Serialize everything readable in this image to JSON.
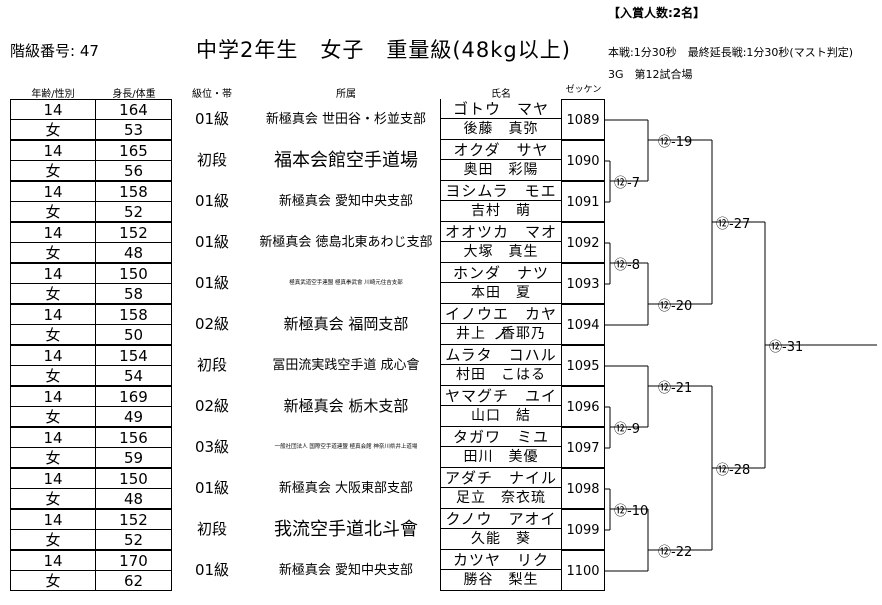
{
  "header": {
    "class_label": "階級番号: 47",
    "title": "中学2年生　女子　重量級(48kg以上)",
    "info_prizes": "【入賞人数:2名】",
    "info_rules": "本戦:1分30秒　最終延長戦:1分30秒(マスト判定)",
    "info_court": "3G　第12試合場"
  },
  "columns": {
    "age_sex": "年齢/性別",
    "height_weight": "身長/体重",
    "rank": "級位・帯",
    "affiliation": "所属",
    "name": "氏名",
    "zekken": "ゼッケン"
  },
  "entries": [
    {
      "age": "14",
      "sex": "女",
      "height": "164",
      "weight": "53",
      "rank": "01級",
      "affiliation": "新極真会 世田谷・杉並支部",
      "kana": "ゴトウ　マヤ",
      "name": "後藤　真弥",
      "number": "1089"
    },
    {
      "age": "14",
      "sex": "女",
      "height": "165",
      "weight": "56",
      "rank": "初段",
      "affiliation": "福本会館空手道場",
      "kana": "オクダ　サヤ",
      "name": "奥田　彩陽",
      "number": "1090"
    },
    {
      "age": "14",
      "sex": "女",
      "height": "158",
      "weight": "52",
      "rank": "01級",
      "affiliation": "新極真会 愛知中央支部",
      "kana": "ヨシムラ　モエ",
      "name": "吉村　萌",
      "number": "1091"
    },
    {
      "age": "14",
      "sex": "女",
      "height": "152",
      "weight": "48",
      "rank": "01級",
      "affiliation": "新極真会 徳島北東あわじ支部",
      "kana": "オオツカ　マオ",
      "name": "大塚　真生",
      "number": "1092"
    },
    {
      "age": "14",
      "sex": "女",
      "height": "150",
      "weight": "58",
      "rank": "01級",
      "affiliation": "極真武道空手連盟 極真拳武會 川崎元住吉支部",
      "kana": "ホンダ　ナツ",
      "name": "本田　夏",
      "number": "1093"
    },
    {
      "age": "14",
      "sex": "女",
      "height": "158",
      "weight": "50",
      "rank": "02級",
      "affiliation": "新極真会 福岡支部",
      "kana": "イノウエ　カヤノ",
      "name": "井上　香耶乃",
      "number": "1094"
    },
    {
      "age": "14",
      "sex": "女",
      "height": "154",
      "weight": "54",
      "rank": "初段",
      "affiliation": "冨田流実践空手道 成心會",
      "kana": "ムラタ　コハル",
      "name": "村田　こはる",
      "number": "1095"
    },
    {
      "age": "14",
      "sex": "女",
      "height": "169",
      "weight": "49",
      "rank": "02級",
      "affiliation": "新極真会 栃木支部",
      "kana": "ヤマグチ　ユイ",
      "name": "山口　結",
      "number": "1096"
    },
    {
      "age": "14",
      "sex": "女",
      "height": "156",
      "weight": "59",
      "rank": "03級",
      "affiliation": "一般社団法人 国際空手道連盟 極真会館 神奈川県井上道場",
      "kana": "タガワ　ミユ",
      "name": "田川　美優",
      "number": "1097"
    },
    {
      "age": "14",
      "sex": "女",
      "height": "150",
      "weight": "48",
      "rank": "01級",
      "affiliation": "新極真会 大阪東部支部",
      "kana": "アダチ　ナイル",
      "name": "足立　奈衣琉",
      "number": "1098"
    },
    {
      "age": "14",
      "sex": "女",
      "height": "152",
      "weight": "52",
      "rank": "初段",
      "affiliation": "我流空手道北斗會",
      "kana": "クノウ　アオイ",
      "name": "久能　葵",
      "number": "1099"
    },
    {
      "age": "14",
      "sex": "女",
      "height": "170",
      "weight": "62",
      "rank": "01級",
      "affiliation": "新極真会 愛知中央支部",
      "kana": "カツヤ　リク",
      "name": "勝谷　梨生",
      "number": "1100"
    }
  ],
  "matches": {
    "m7": "⑫-7",
    "m8": "⑫-8",
    "m9": "⑫-9",
    "m10": "⑫-10",
    "m19": "⑫-19",
    "m20": "⑫-20",
    "m21": "⑫-21",
    "m22": "⑫-22",
    "m27": "⑫-27",
    "m28": "⑫-28",
    "m31": "⑫-31"
  }
}
